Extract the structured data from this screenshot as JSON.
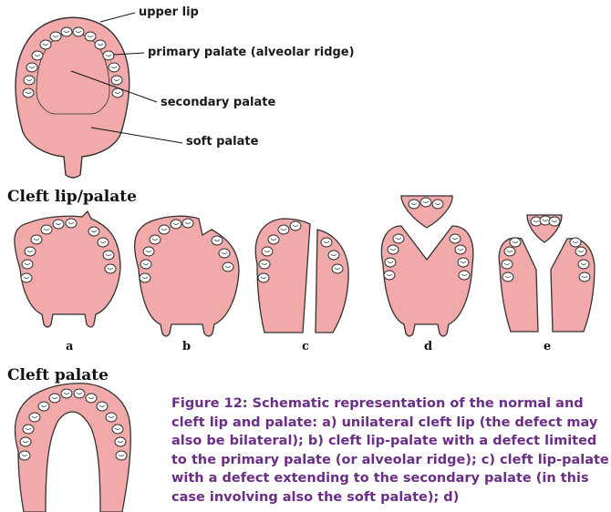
{
  "normal_labels": {
    "upper_lip": "upper lip",
    "primary_palate": "primary palate (alveolar ridge)",
    "secondary_palate": "secondary palate",
    "soft_palate": "soft palate"
  },
  "sections": {
    "cleft_lip_palate": "Cleft lip/palate",
    "cleft_palate": "Cleft palate"
  },
  "variants": [
    "a",
    "b",
    "c",
    "d",
    "e"
  ],
  "caption": "Figure 12:  Schematic representation of the normal and cleft lip and palate: a) unilateral cleft lip (the defect may also be bilateral); b) cleft lip-palate with a defect limited to the primary palate (or alveolar ridge); c) cleft lip-palate with a defect extending to the secondary palate (in this case involving also the soft palate); d)",
  "colors": {
    "tissue": "#f2a9a9",
    "outline": "#333333",
    "caption": "#6b2e86"
  }
}
